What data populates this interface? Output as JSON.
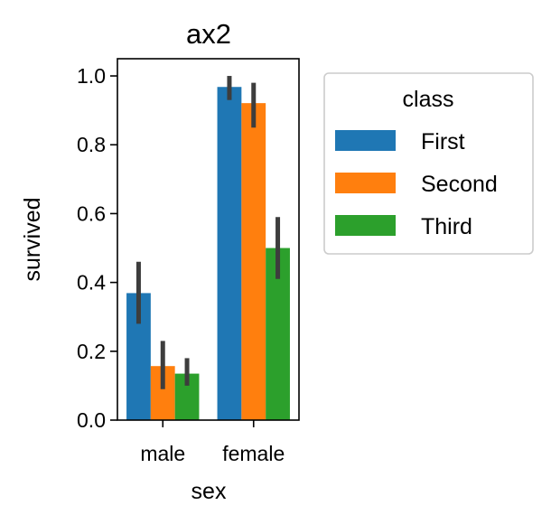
{
  "chart_data": {
    "type": "bar",
    "title": "ax2",
    "xlabel": "sex",
    "ylabel": "survived",
    "categories": [
      "male",
      "female"
    ],
    "ylim": [
      0,
      1.05
    ],
    "yticks": [
      0.0,
      0.2,
      0.4,
      0.6,
      0.8,
      1.0
    ],
    "ytick_labels": [
      "0.0",
      "0.2",
      "0.4",
      "0.6",
      "0.8",
      "1.0"
    ],
    "grid": false,
    "legend": {
      "title": "class",
      "placement": "outside-right"
    },
    "series": [
      {
        "name": "First",
        "color": "#1f77b4",
        "values": [
          0.369,
          0.968
        ],
        "ci": [
          [
            0.28,
            0.46
          ],
          [
            0.93,
            1.0
          ]
        ]
      },
      {
        "name": "Second",
        "color": "#ff7f0e",
        "values": [
          0.157,
          0.921
        ],
        "ci": [
          [
            0.09,
            0.23
          ],
          [
            0.85,
            0.98
          ]
        ]
      },
      {
        "name": "Third",
        "color": "#2ca02c",
        "values": [
          0.135,
          0.5
        ],
        "ci": [
          [
            0.1,
            0.18
          ],
          [
            0.41,
            0.59
          ]
        ]
      }
    ],
    "errorbar_color": "#3d3d3d"
  }
}
